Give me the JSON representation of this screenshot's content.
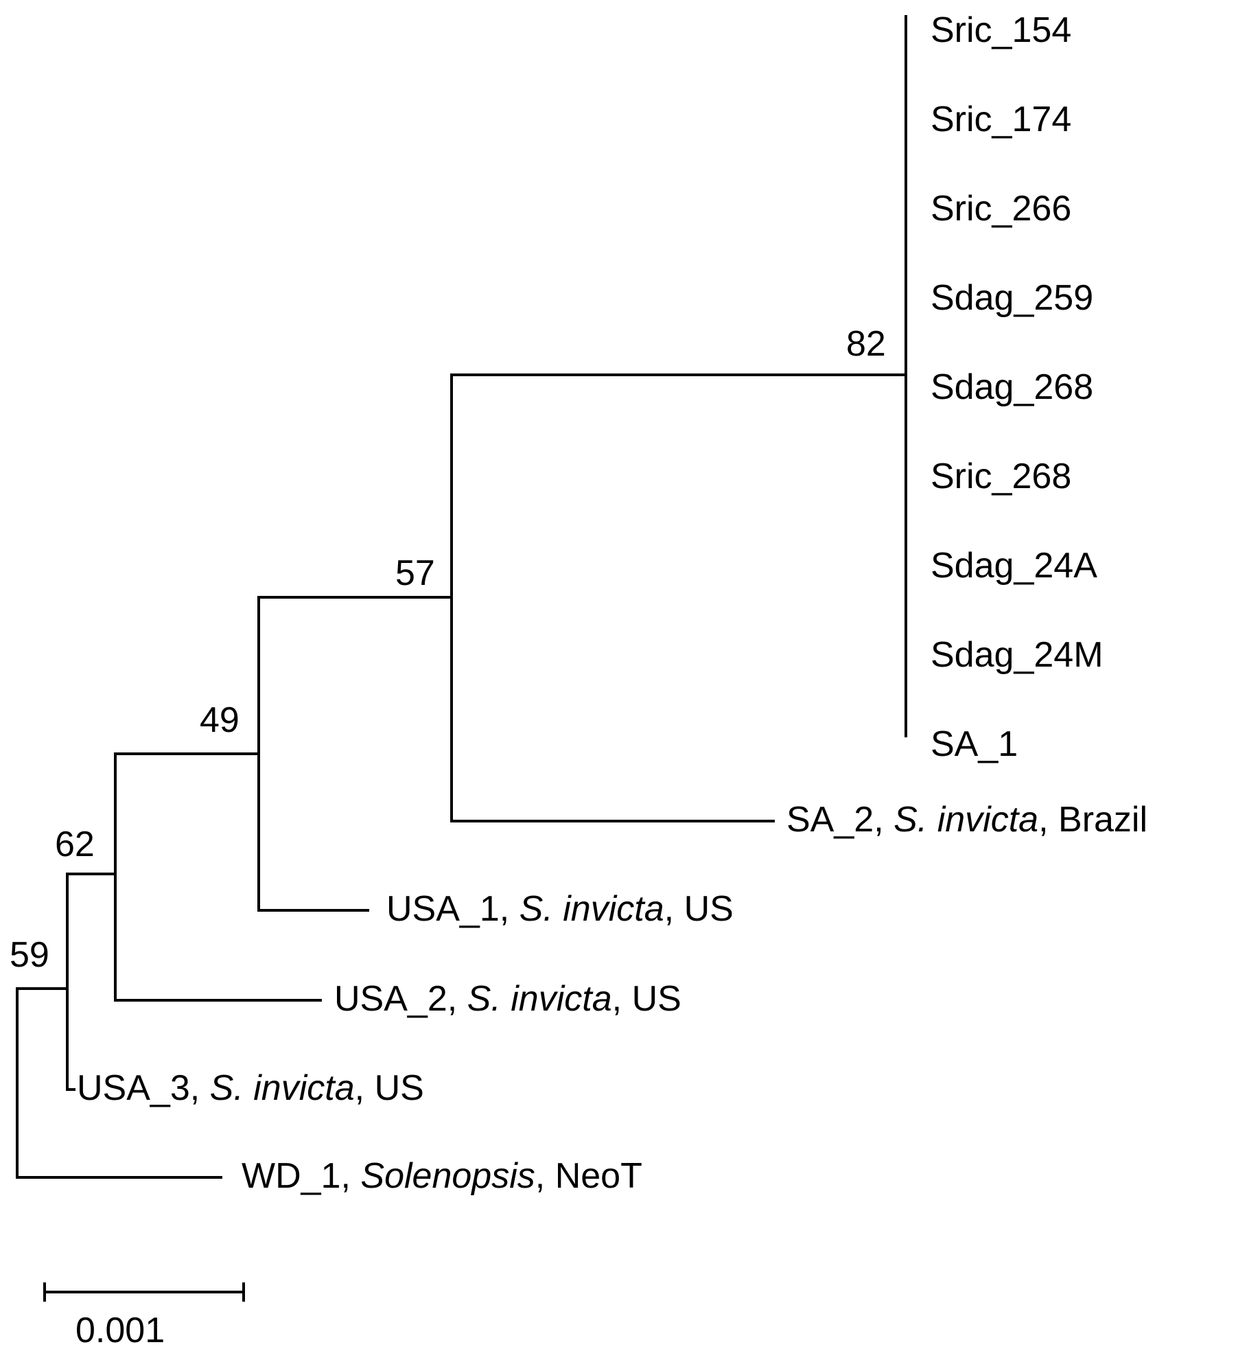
{
  "tree": {
    "leaves_clade82": [
      "Sric_154",
      "Sric_174",
      "Sric_266",
      "Sdag_259",
      "Sdag_268",
      "Sric_268",
      "Sdag_24A",
      "Sdag_24M",
      "SA_1"
    ],
    "labeled_leaves": {
      "sa2": {
        "id": "SA_2",
        "species": "S. invicta",
        "origin": "Brazil"
      },
      "usa1": {
        "id": "USA_1",
        "species": "S. invicta",
        "origin": "US"
      },
      "usa2": {
        "id": "USA_2",
        "species": "S. invicta",
        "origin": "US"
      },
      "usa3": {
        "id": "USA_3",
        "species": "S. invicta",
        "origin": "US"
      },
      "wd1": {
        "id": "WD_1",
        "species": "Solenopsis",
        "origin": "NeoT"
      }
    },
    "bootstrap": {
      "n82": "82",
      "n57": "57",
      "n49": "49",
      "n62": "62",
      "n59": "59"
    },
    "scale_bar": {
      "label": "0.001"
    },
    "separator": ", "
  }
}
